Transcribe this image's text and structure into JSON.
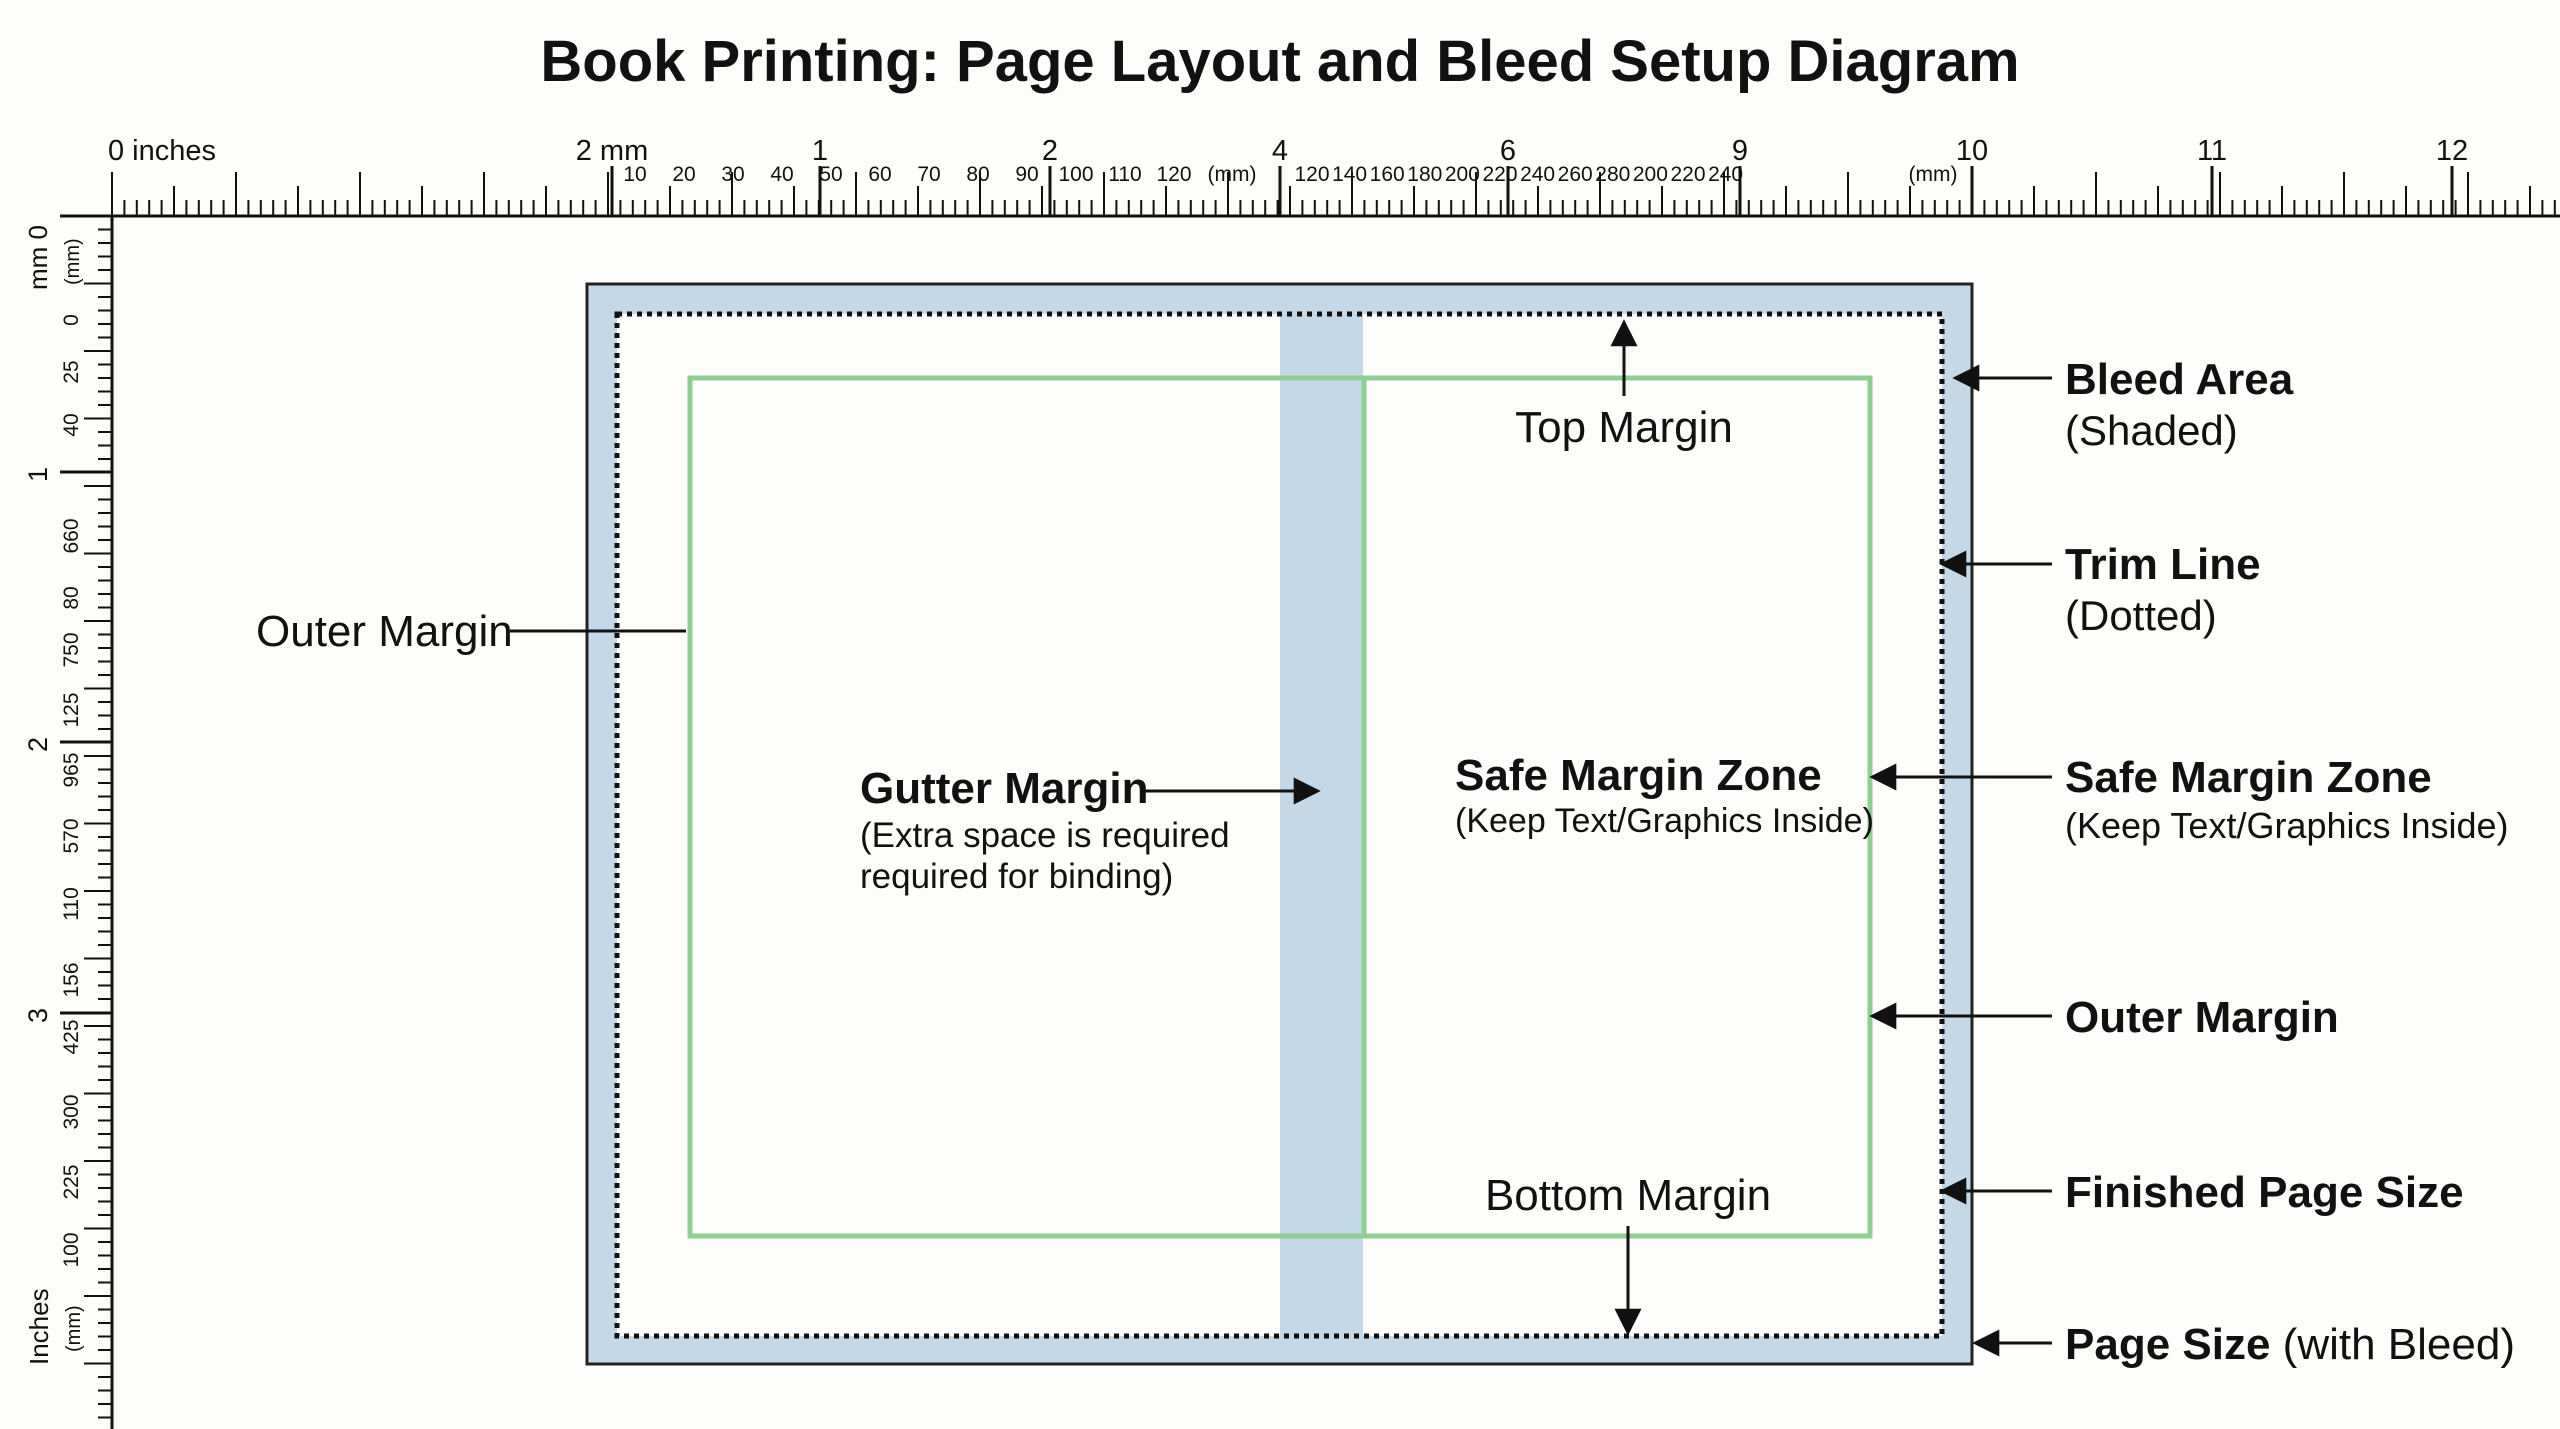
{
  "title": "Book Printing: Page Layout and Bleed Setup Diagram",
  "ruler_top": {
    "unit_label": "0 inches",
    "major_labels": [
      "2 mm",
      "1",
      "2",
      "4",
      "6",
      "9",
      "10",
      "11",
      "12"
    ],
    "mm_labels_left": [
      "10",
      "20",
      "30",
      "40",
      "50",
      "60",
      "70",
      "80",
      "90",
      "100",
      "110",
      "120",
      "(mm)"
    ],
    "mm_labels_right": [
      "120",
      "140",
      "160",
      "180",
      "200",
      "220",
      "240",
      "260",
      "280",
      "200",
      "220",
      "240",
      "(mm)"
    ]
  },
  "ruler_left": {
    "top_labels": [
      "mm 0",
      "(mm)"
    ],
    "major_labels": [
      "1",
      "2",
      "3"
    ],
    "mm_labels": [
      "0",
      "25",
      "40",
      "660",
      "80",
      "750",
      "125",
      "965",
      "570",
      "110",
      "156",
      "425",
      "300",
      "225",
      "100"
    ],
    "bottom_labels": [
      "Inches",
      "(mm)"
    ]
  },
  "inner_labels": {
    "top_margin": "Top Margin",
    "bottom_margin": "Bottom Margin",
    "outer_margin_left": "Outer Margin",
    "gutter_title": "Gutter Margin",
    "gutter_desc_1": "(Extra space is required",
    "gutter_desc_2": "required for binding)",
    "safe_zone_title": "Safe Margin Zone",
    "safe_zone_desc": "(Keep Text/Graphics Inside)"
  },
  "callouts": {
    "bleed_title": "Bleed Area",
    "bleed_desc": "(Shaded)",
    "trim_title": "Trim Line",
    "trim_desc": "(Dotted)",
    "safe_title": "Safe Margin Zone",
    "safe_desc": "(Keep Text/Graphics Inside)",
    "outer_title": "Outer Margin",
    "finished_title": "Finished Page Size",
    "page_size_title": "Page Size",
    "page_size_suffix": " (with Bleed)"
  },
  "colors": {
    "bleed_fill": "#c5d8e8",
    "safe_line": "#8fcf94",
    "trim_line": "#111111",
    "background": "#fdfdfb"
  }
}
